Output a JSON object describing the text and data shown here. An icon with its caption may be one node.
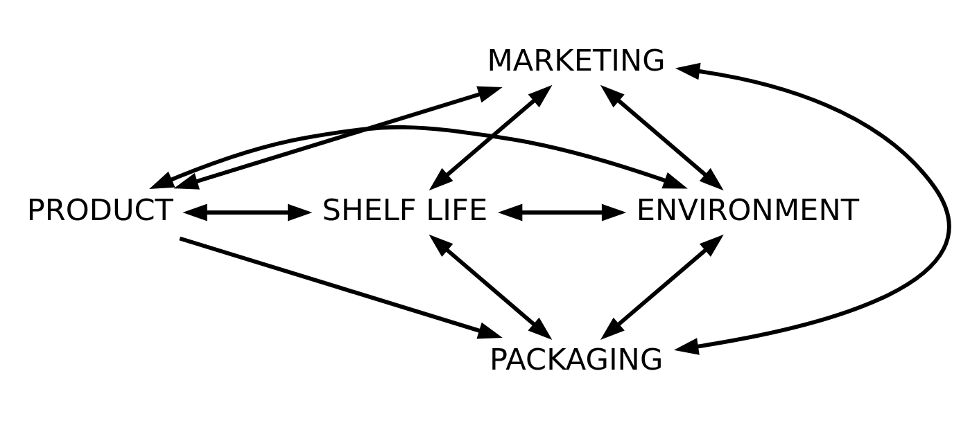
{
  "diagram": {
    "nodes": [
      {
        "text": [
          "MARKETING"
        ]
      },
      {
        "text": [
          "PRODUCT"
        ]
      },
      {
        "text": [
          "SHELF LIFE"
        ]
      },
      {
        "text": [
          "ENVIRONMENT"
        ]
      },
      {
        "text": [
          "PACKAGING"
        ]
      }
    ],
    "edges": [
      {
        "from": 1,
        "to": 0,
        "arrow": "both"
      },
      {
        "from": 3,
        "to": 1,
        "arrow": "both"
      },
      {
        "from": 3,
        "to": 0,
        "arrow": "both"
      },
      {
        "from": 0,
        "to": 2,
        "arrow": "both"
      },
      {
        "from": 0,
        "to": 4,
        "arrow": "both"
      },
      {
        "from": 1,
        "to": 2,
        "arrow": "both"
      },
      {
        "from": 2,
        "to": 3,
        "arrow": "both"
      },
      {
        "from": 2,
        "to": 4,
        "arrow": "both"
      },
      {
        "from": 1,
        "to": 4,
        "arrow": "to"
      },
      {
        "from": 3,
        "to": 4,
        "arrow": "both"
      }
    ]
  }
}
